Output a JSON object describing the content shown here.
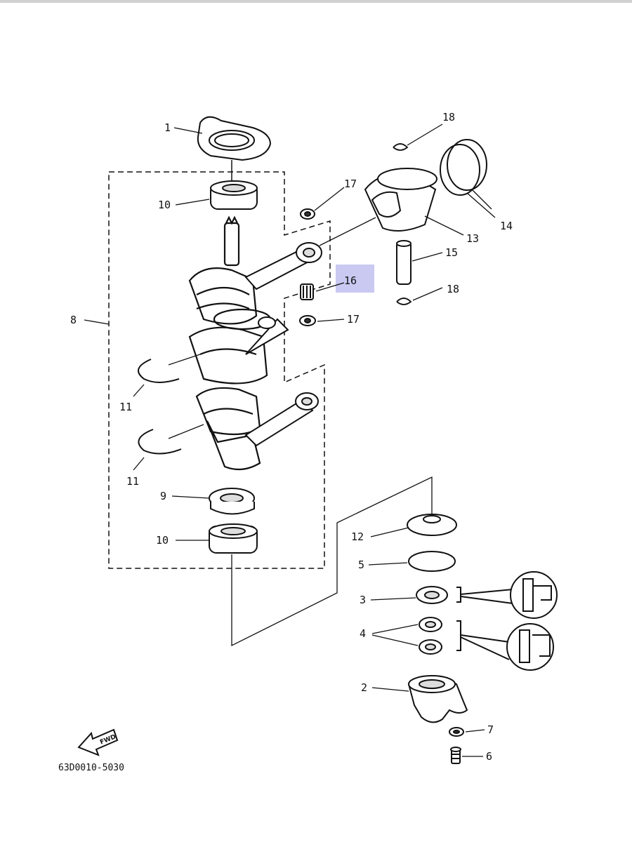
{
  "diagram_code": "63D0010-5030",
  "fwd_label": "FWD",
  "highlight_color": "#c9c9f2",
  "parts": {
    "p1": "1",
    "p2": "2",
    "p3": "3",
    "p4": "4",
    "p5": "5",
    "p6": "6",
    "p7": "7",
    "p8": "8",
    "p9": "9",
    "p10a": "10",
    "p10b": "10",
    "p11a": "11",
    "p11b": "11",
    "p12": "12",
    "p13": "13",
    "p14": "14",
    "p15": "15",
    "p16": "16",
    "p17a": "17",
    "p17b": "17",
    "p18a": "18",
    "p18b": "18"
  }
}
